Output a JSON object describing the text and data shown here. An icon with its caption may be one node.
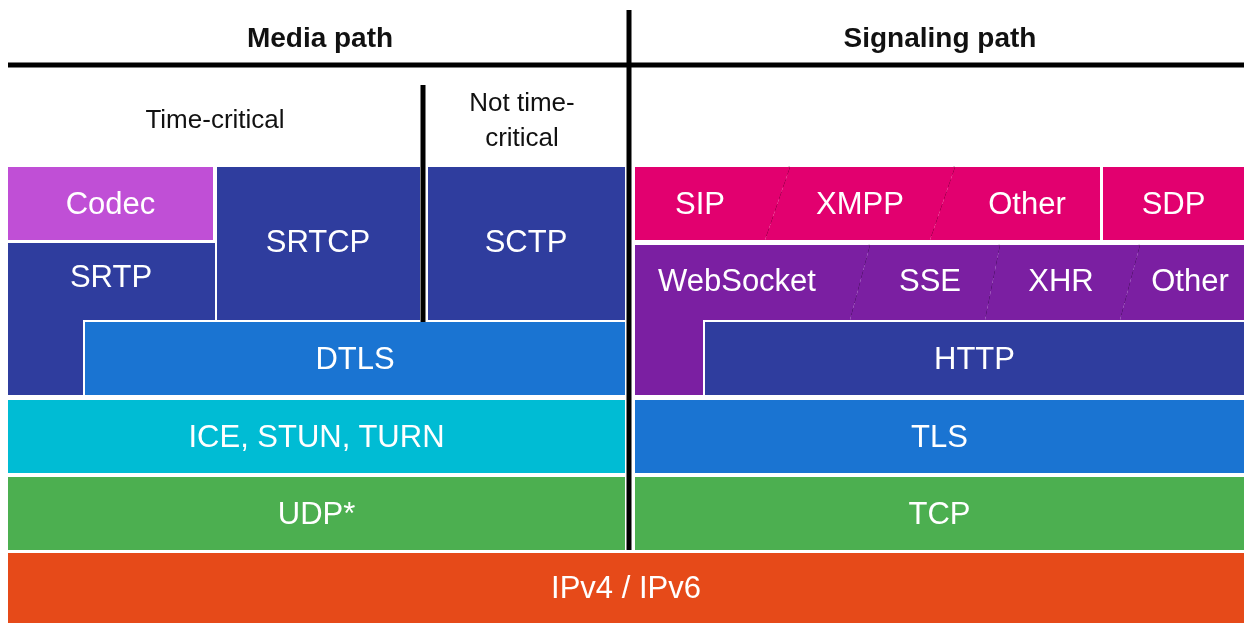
{
  "diagram": {
    "nodes": [
      {
        "text": [
          "Codec"
        ]
      },
      {
        "text": [
          "SRTCP"
        ]
      },
      {
        "text": [
          "SCTP"
        ]
      },
      {
        "text": [
          "SIP"
        ]
      },
      {
        "text": [
          "XMPP"
        ]
      },
      {
        "text": [
          "Other"
        ]
      },
      {
        "text": [
          "SDP"
        ]
      },
      {
        "text": [
          "SRTP"
        ]
      },
      {
        "text": [
          "WebSocket"
        ]
      },
      {
        "text": [
          "SSE"
        ]
      },
      {
        "text": [
          "XHR"
        ]
      },
      {
        "text": [
          "Other"
        ]
      },
      {
        "text": [
          "DTLS"
        ]
      },
      {
        "text": [
          "HTTP"
        ]
      },
      {
        "text": [
          "ICE, STUN, TURN"
        ]
      },
      {
        "text": [
          "TLS"
        ]
      },
      {
        "text": [
          "UDP*"
        ]
      },
      {
        "text": [
          "TCP"
        ]
      },
      {
        "text": [
          "IPv4 / IPv6"
        ]
      }
    ],
    "labels": [
      "Media path",
      "Signaling path",
      "Time-critical",
      "Not time-critical"
    ]
  }
}
